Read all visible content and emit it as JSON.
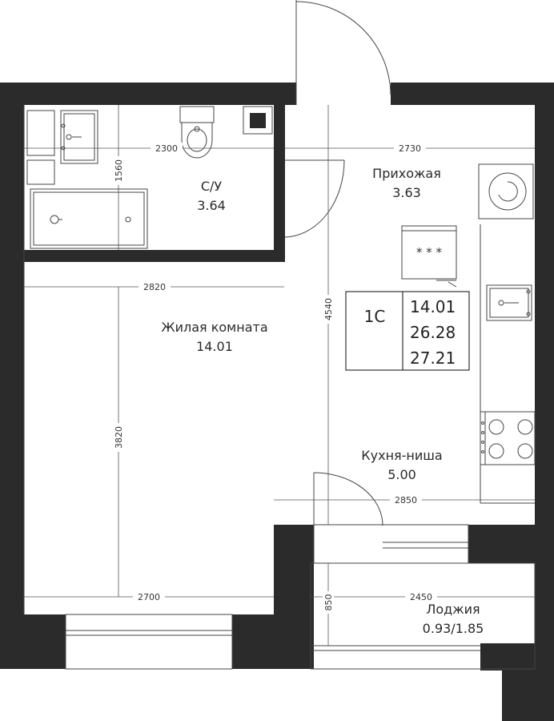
{
  "rooms": {
    "bathroom": {
      "name": "С/У",
      "area": "3.64"
    },
    "hallway": {
      "name": "Прихожая",
      "area": "3.63"
    },
    "living": {
      "name": "Жилая комната",
      "area": "14.01"
    },
    "kitchen": {
      "name": "Кухня-ниша",
      "area": "5.00"
    },
    "loggia": {
      "name": "Лоджия",
      "area": "0.93/1.85"
    }
  },
  "info_box": {
    "type": "1С",
    "living_area": "14.01",
    "total_area": "26.28",
    "total_with_loggia": "27.21"
  },
  "dimensions": {
    "bath_width": "2300",
    "bath_depth": "1560",
    "hall_width": "2730",
    "living_top": "2820",
    "living_depth": "3820",
    "living_bottom": "2700",
    "hall_depth": "4540",
    "kitchen_width": "2850",
    "loggia_width": "2450",
    "loggia_depth": "850"
  },
  "icons": [
    "washing-machine-icon",
    "stove-icon",
    "sink-icon",
    "toilet-icon",
    "bathtub-icon",
    "hob-icon"
  ]
}
